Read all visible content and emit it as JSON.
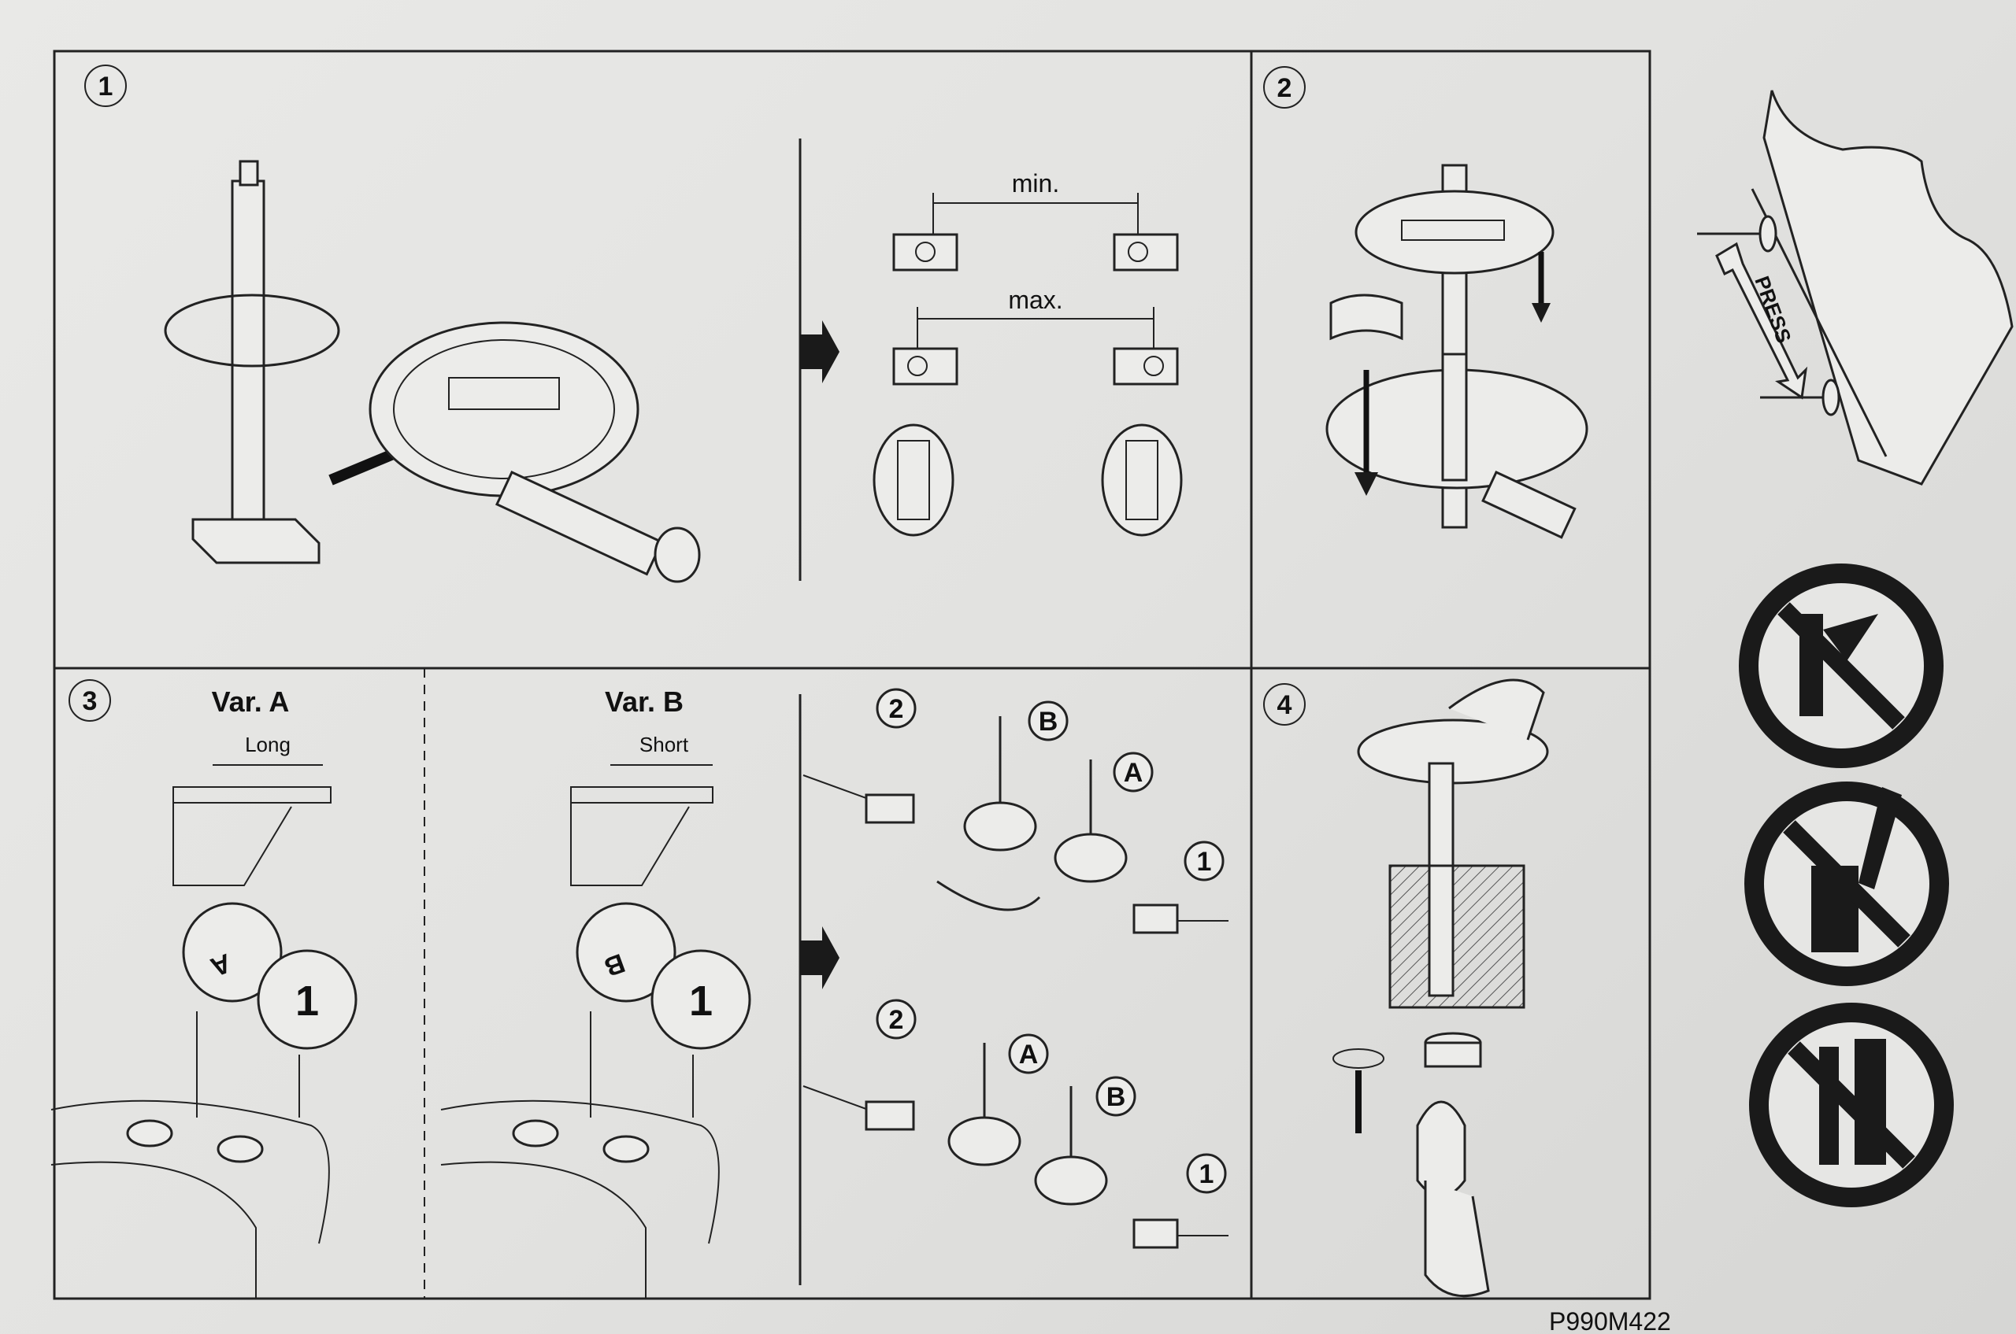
{
  "steps": {
    "step1": "1",
    "step2": "2",
    "step3": "3",
    "step4": "4"
  },
  "step1": {
    "min_label": "min.",
    "max_label": "max."
  },
  "step3": {
    "var_a_title": "Var. A",
    "var_a_length": "Long",
    "var_b_title": "Var. B",
    "var_b_length": "Short",
    "detail_a": "A",
    "detail_b": "B",
    "detail_1a": "1",
    "detail_1b": "1",
    "upper_callouts": [
      "2",
      "B",
      "A",
      "1"
    ],
    "lower_callouts": [
      "2",
      "A",
      "B",
      "1"
    ]
  },
  "side": {
    "press_label": "PRESS",
    "warnings": [
      "no-abrasive-cleaner-icon",
      "no-chemical-cleaner-icon",
      "no-scrubbing-icon"
    ]
  },
  "footer": {
    "document_code": "P990M422"
  }
}
